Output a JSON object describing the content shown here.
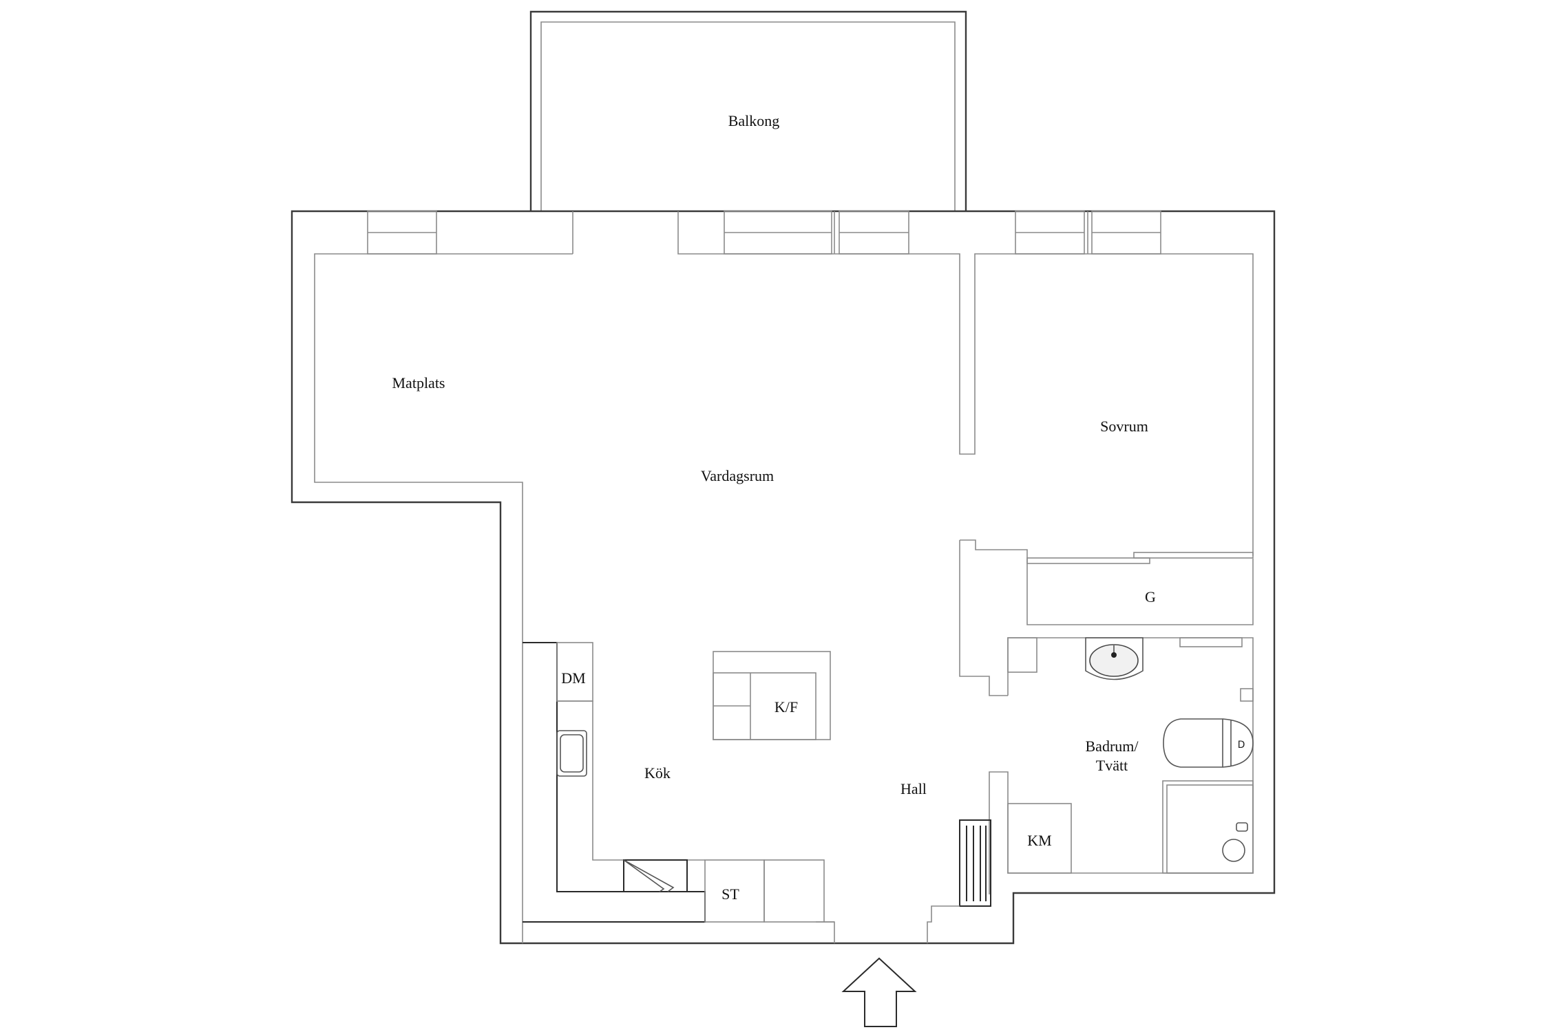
{
  "plan": {
    "rooms": {
      "balcony": "Balkong",
      "dining": "Matplats",
      "living": "Vardagsrum",
      "bedroom": "Sovrum",
      "wardrobe": "G",
      "bathroom_line1": "Badrum/",
      "bathroom_line2": "Tvätt",
      "kitchen": "Kök",
      "hall": "Hall"
    },
    "appliances": {
      "dishwasher": "DM",
      "fridge_freezer": "K/F",
      "stove": "ST",
      "washing_machine": "KM"
    },
    "entrance_arrow": "entrance-arrow",
    "colors": {
      "wall_outer": "#3a3a3a",
      "wall_inner": "#8a8a8a",
      "background": "#ffffff"
    }
  }
}
